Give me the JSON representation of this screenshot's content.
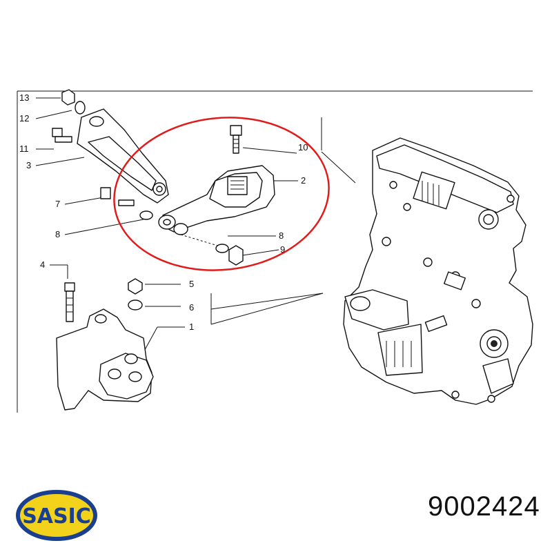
{
  "diagram": {
    "callouts": {
      "c13": "13",
      "c12": "12",
      "c11": "11",
      "c3": "3",
      "c7": "7",
      "c8a": "8",
      "c10": "10",
      "c2": "2",
      "c8b": "8",
      "c9": "9",
      "c4": "4",
      "c5": "5",
      "c6": "6",
      "c1": "1"
    },
    "highlight_color": "#e01b1b"
  },
  "brand": {
    "name": "SASIC",
    "colors": {
      "ring": "#1a3f8f",
      "fill": "#f2d21a",
      "text": "#1a3f8f"
    }
  },
  "part_number": "9002424"
}
